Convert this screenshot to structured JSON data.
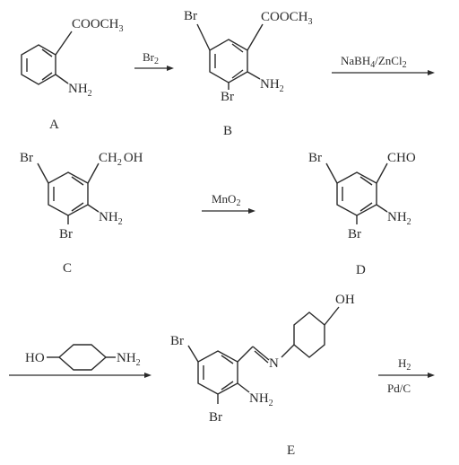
{
  "compounds": {
    "A": {
      "caption": "A",
      "cooch3": "COOCH",
      "cooch3_sub": "3",
      "nh2": "NH",
      "nh2_sub": "2"
    },
    "B": {
      "caption": "B",
      "br_top": "Br",
      "br_bottom": "Br",
      "cooch3": "COOCH",
      "cooch3_sub": "3",
      "nh2": "NH",
      "nh2_sub": "2"
    },
    "C": {
      "caption": "C",
      "br_top": "Br",
      "br_bottom": "Br",
      "ch2oh_a": "CH",
      "ch2oh_sub": "2",
      "ch2oh_b": "OH",
      "nh2": "NH",
      "nh2_sub": "2"
    },
    "D": {
      "caption": "D",
      "br_top": "Br",
      "br_bottom": "Br",
      "cho": "CHO",
      "nh2": "NH",
      "nh2_sub": "2"
    },
    "E": {
      "caption": "E",
      "br_top": "Br",
      "br_bottom": "Br",
      "n": "N",
      "oh": "OH",
      "nh2": "NH",
      "nh2_sub": "2"
    }
  },
  "reagents": {
    "r1": {
      "text": "Br",
      "sub": "2"
    },
    "r2": {
      "a": "NaBH",
      "sub1": "4",
      "b": "/ZnCl",
      "sub2": "2"
    },
    "r3": {
      "a": "MnO",
      "sub": "2"
    },
    "r4": {
      "ho": "HO",
      "nh": "NH",
      "nh_sub": "2"
    },
    "r5": {
      "h": "H",
      "h_sub": "2",
      "cat": "Pd/C"
    }
  }
}
